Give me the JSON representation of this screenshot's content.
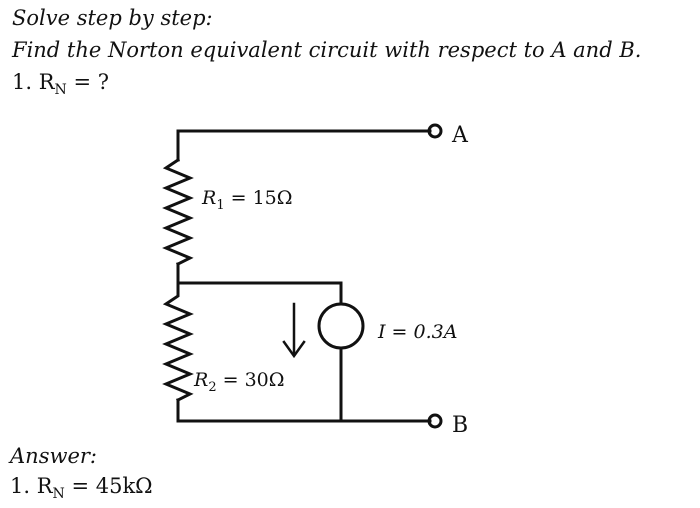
{
  "problem": {
    "instruction": "Solve step by step:",
    "question": "Find the Norton equivalent circuit with respect to A and B.",
    "item": "1. R",
    "item_sub": "N",
    "item_rest": " = ?"
  },
  "circuit": {
    "terminal_a": "A",
    "terminal_b": "B",
    "r1": {
      "symbol": "R",
      "sub": "1",
      "value": " = 15Ω"
    },
    "r2": {
      "symbol": "R",
      "sub": "2",
      "value": " = 30Ω"
    },
    "source": {
      "label": "I = 0.3A"
    }
  },
  "answer": {
    "label": "Answer:",
    "prefix": "1. R",
    "sub": "N",
    "value": " = 45kΩ"
  }
}
